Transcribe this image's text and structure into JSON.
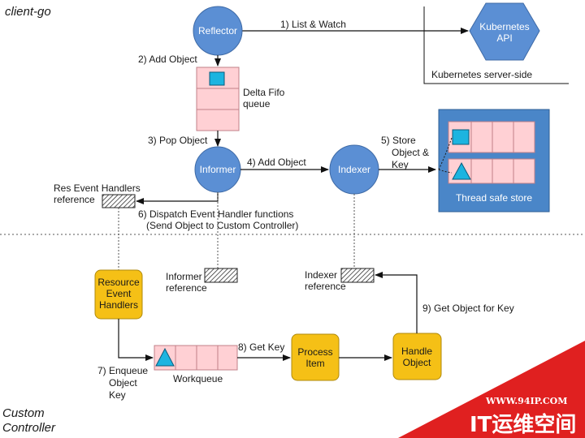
{
  "sections": {
    "top": "client-go",
    "bottom_line1": "Custom",
    "bottom_line2": "Controller",
    "server_side": "Kubernetes server-side"
  },
  "nodes": {
    "reflector": "Reflector",
    "informer": "Informer",
    "indexer": "Indexer",
    "k8s_api_line1": "Kubernetes",
    "k8s_api_line2": "API",
    "resource_event_handlers": [
      "Resource",
      "Event",
      "Handlers"
    ],
    "process_item": [
      "Process",
      "Item"
    ],
    "handle_object": [
      "Handle",
      "Object"
    ]
  },
  "labels": {
    "delta_fifo": [
      "Delta Fifo",
      "queue"
    ],
    "thread_safe_store": "Thread safe store",
    "workqueue": "Workqueue",
    "res_event_handlers_ref": [
      "Res Event Handlers",
      "reference"
    ],
    "informer_ref": [
      "Informer",
      "reference"
    ],
    "indexer_ref": [
      "Indexer",
      "reference"
    ]
  },
  "steps": {
    "s1": "1) List & Watch",
    "s2": "2) Add Object",
    "s3": "3) Pop Object",
    "s4": "4) Add Object",
    "s5": [
      "5) Store",
      "Object &",
      "Key"
    ],
    "s6": [
      "6) Dispatch Event Handler functions",
      "(Send Object to Custom Controller)"
    ],
    "s7": [
      "7) Enqueue",
      "Object",
      "Key"
    ],
    "s8": "8) Get Key",
    "s9": "9) Get Object for Key"
  },
  "watermark": {
    "url": "WWW.94IP.COM",
    "text": "IT运维空间"
  },
  "colors": {
    "node_blue": "#5b8fd4",
    "node_gold": "#f5c016",
    "queue_pink": "#ffd0d4",
    "queue_border": "#c08088",
    "store_blue": "#4a86c8",
    "item_cyan": "#1cb4e0",
    "watermark_red": "#e02020"
  }
}
